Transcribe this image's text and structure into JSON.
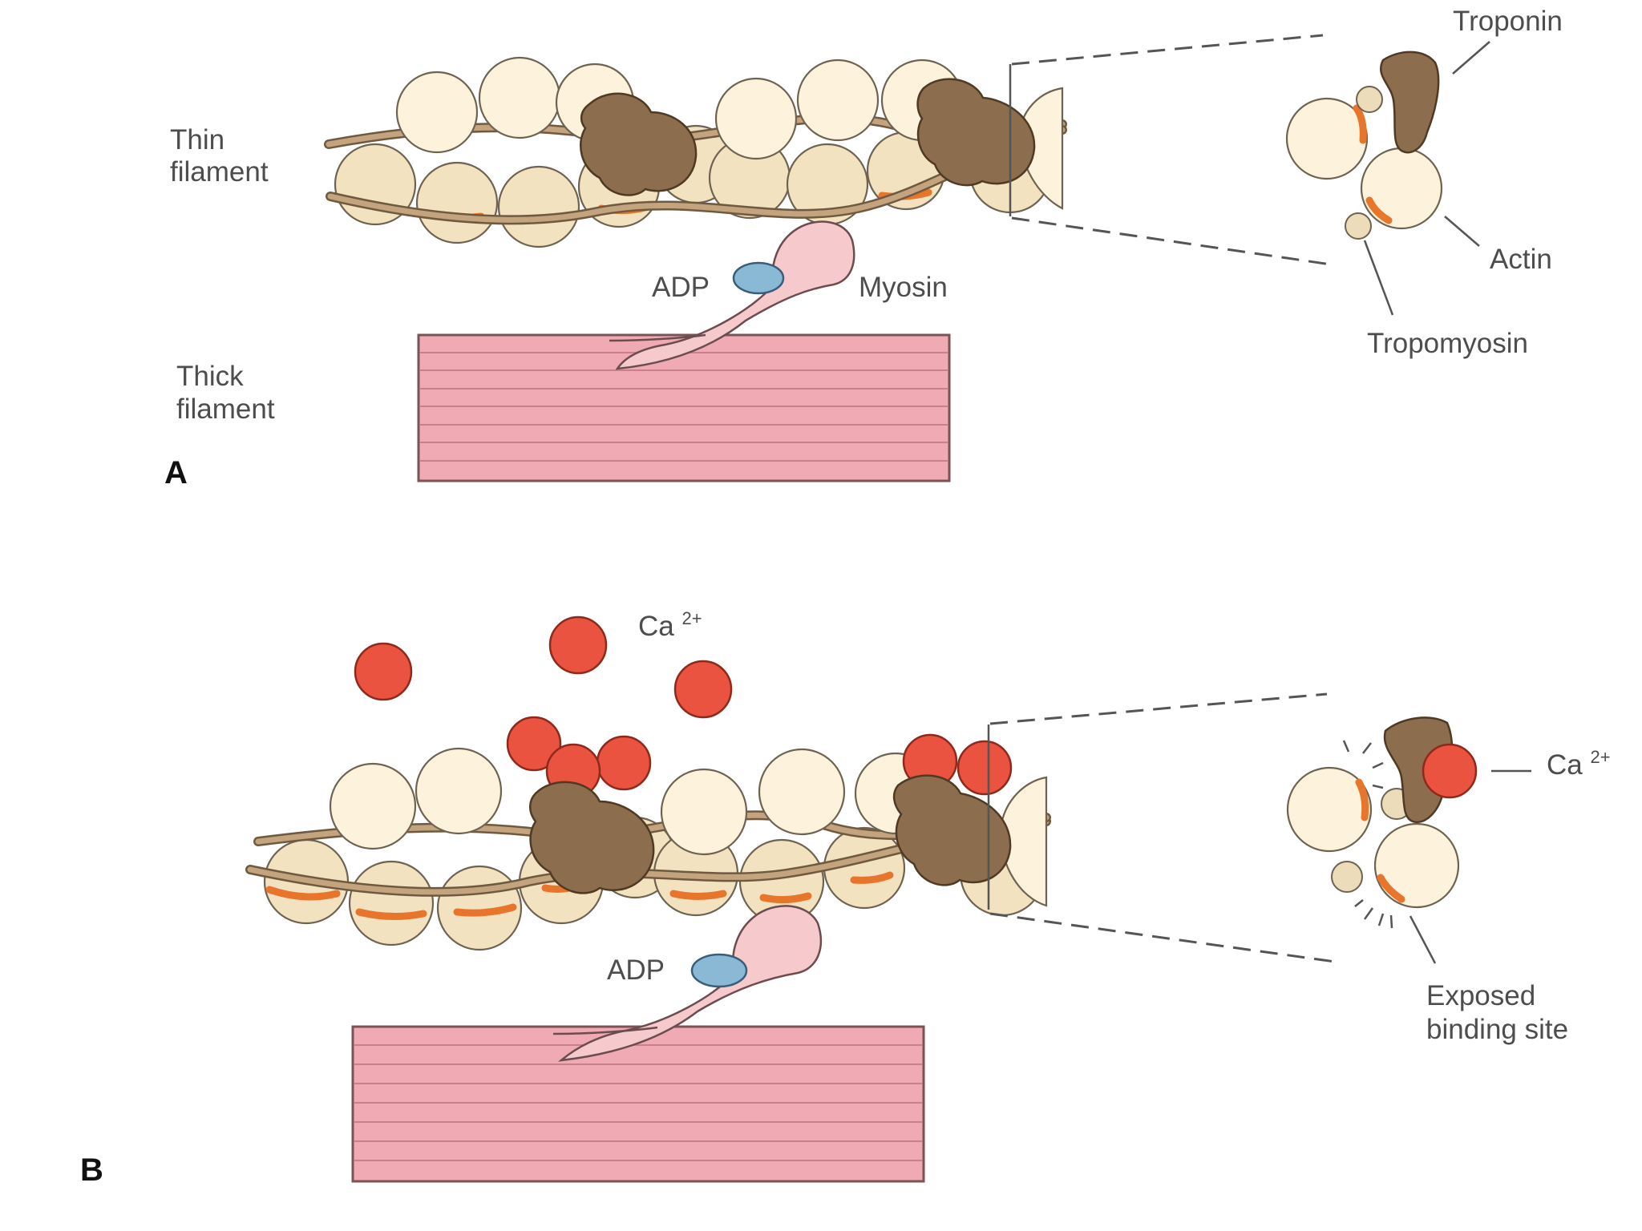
{
  "panel_a": {
    "letter": "A",
    "thin_filament_label": [
      "Thin",
      "filament"
    ],
    "thick_filament_label": [
      "Thick",
      "filament"
    ],
    "adp_label": "ADP",
    "myosin_label": "Myosin",
    "inset": {
      "troponin_label": "Troponin",
      "actin_label": "Actin",
      "tropomyosin_label": "Tropomyosin"
    }
  },
  "panel_b": {
    "letter": "B",
    "ca_label_base": "Ca",
    "ca_label_sup": "2+",
    "adp_label": "ADP",
    "inset": {
      "ca_label_base": "Ca",
      "ca_label_sup": "2+",
      "exposed_label": [
        "Exposed",
        "binding site"
      ]
    }
  },
  "colors": {
    "actin": "#fdf3dc",
    "troponin": "#8c6d4d",
    "tropomyosin": "#6f5a40",
    "calcium": "#e9533f",
    "binding_site": "#e8752c",
    "myosin": "#f6c9cd",
    "adp": "#8ab9d6",
    "thick_filament": "#f0aab3"
  }
}
